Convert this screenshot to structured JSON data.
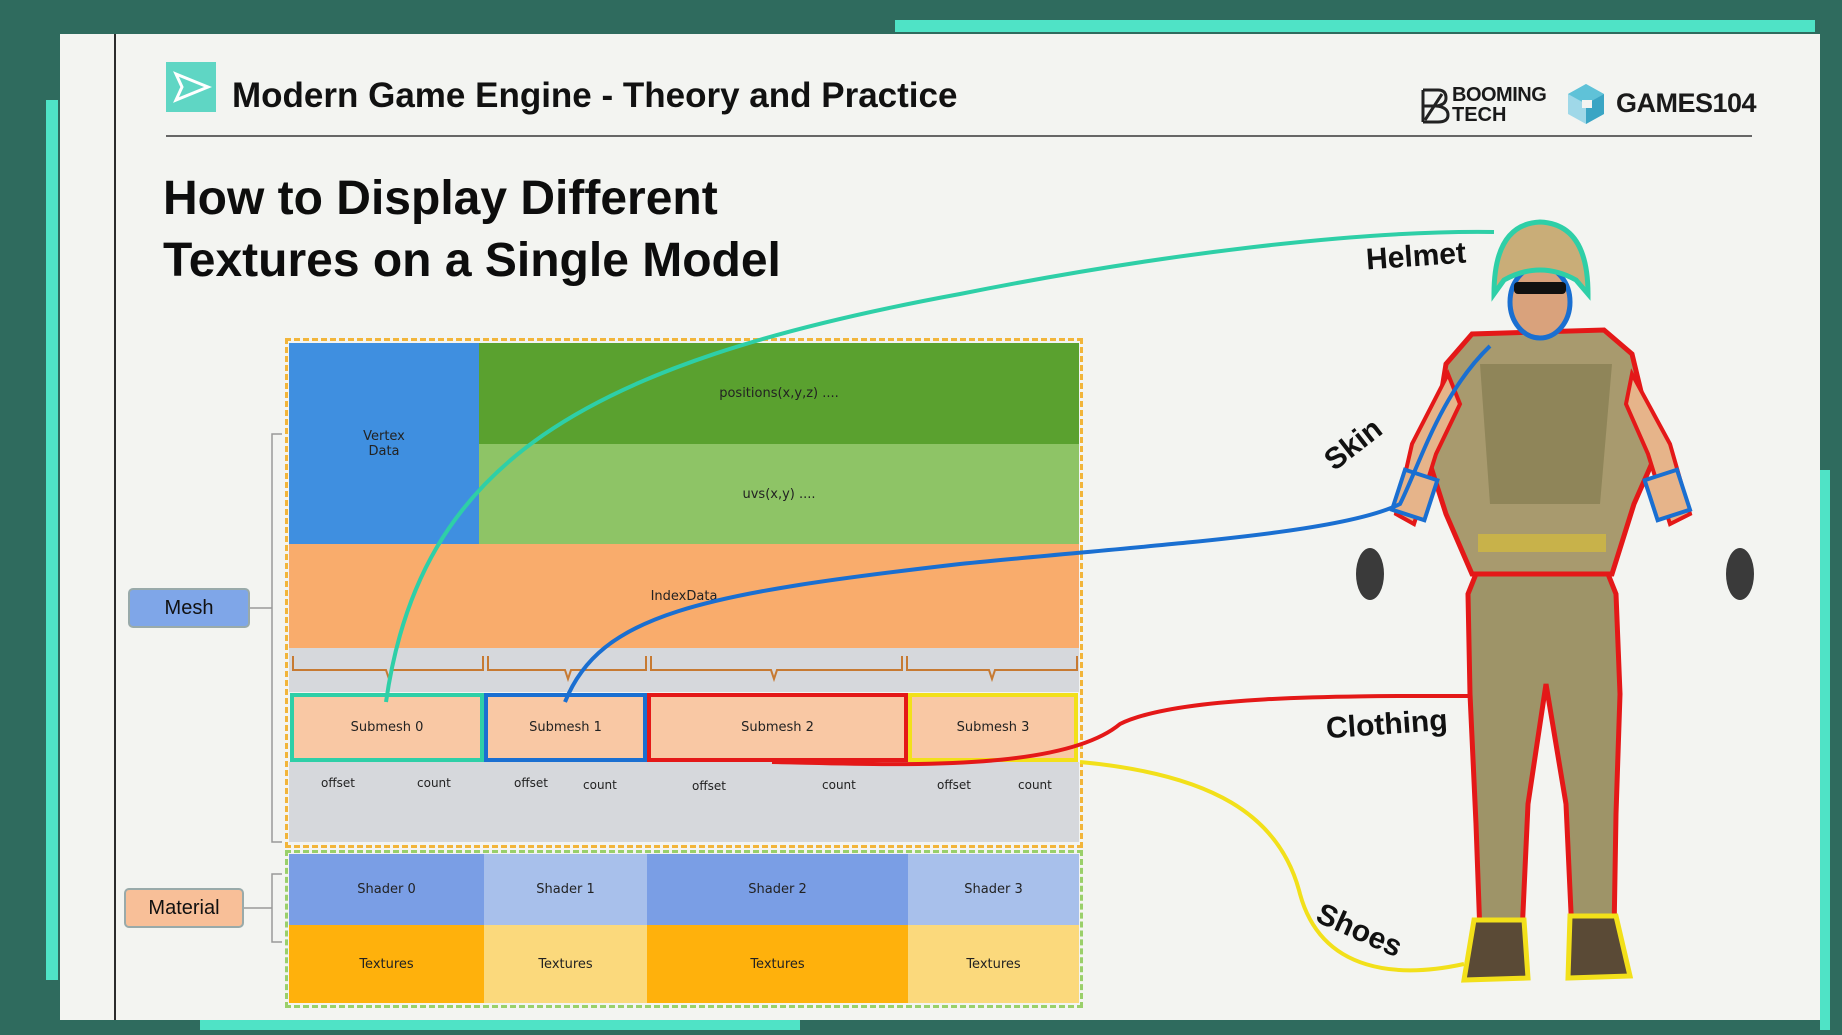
{
  "header": {
    "course_title": "Modern Game Engine - Theory and Practice",
    "logo_booming_line1": "BOOMING",
    "logo_booming_line2": "TECH",
    "logo_games": "GAMES104"
  },
  "slide": {
    "title_line1": "How to Display Different",
    "title_line2": "Textures on a Single Model"
  },
  "mesh": {
    "label": "Mesh",
    "vertex_data_line1": "Vertex",
    "vertex_data_line2": "Data",
    "positions": "positions(x,y,z)  ....",
    "uvs": "uvs(x,y)  ....",
    "index_data": "IndexData",
    "submeshes": [
      "Submesh 0",
      "Submesh 1",
      "Submesh 2",
      "Submesh 3"
    ],
    "offset_label": "offset",
    "count_label": "count"
  },
  "material": {
    "label": "Material",
    "shaders": [
      "Shader 0",
      "Shader 1",
      "Shader 2",
      "Shader 3"
    ],
    "textures_label": "Textures"
  },
  "parts": {
    "helmet": "Helmet",
    "skin": "Skin",
    "clothing": "Clothing",
    "shoes": "Shoes"
  },
  "colors": {
    "vertex_blue": "#3f8fe0",
    "positions_green": "#5aa12f",
    "uvs_green": "#8ec466",
    "index_orange": "#f9ac6c",
    "submesh_fill": "#f9c8a4",
    "shader_dark": "#7a9ee5",
    "shader_light": "#a8c0eb",
    "texture_dark": "#ffb10c",
    "texture_light": "#fbd97c",
    "helmet_line": "#2ecfa7",
    "skin_line": "#1a6fd1",
    "clothing_line": "#e41818",
    "shoes_line": "#f2e01a"
  }
}
